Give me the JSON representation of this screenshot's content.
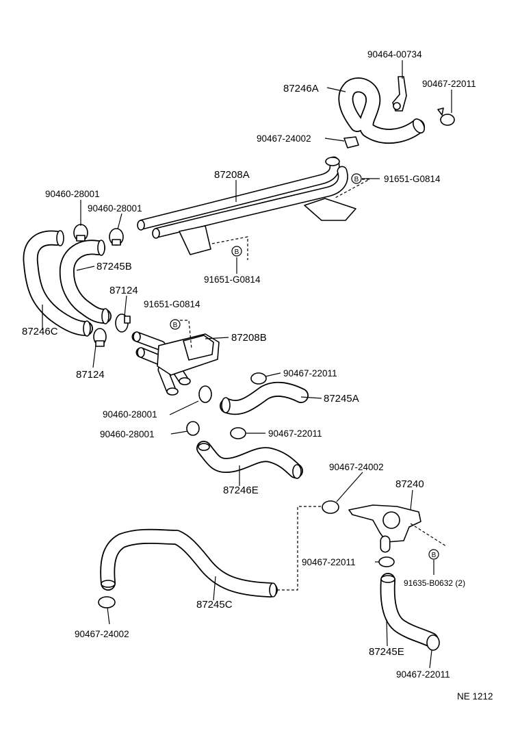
{
  "diagram": {
    "ref_code": "NE 1212",
    "bolt_symbol": "B",
    "parts": {
      "p_90464_00734": "90464-00734",
      "p_87246A": "87246A",
      "p_90467_22011_top": "90467-22011",
      "p_90467_24002_top": "90467-24002",
      "p_87208A": "87208A",
      "p_91651_G0814_right": "91651-G0814",
      "p_90460_28001_a": "90460-28001",
      "p_90460_28001_b": "90460-28001",
      "p_87245B": "87245B",
      "p_91651_G0814_mid": "91651-G0814",
      "p_87124_top": "87124",
      "p_91651_G0814_low": "91651-G0814",
      "p_87246C": "87246C",
      "p_87208B": "87208B",
      "p_87124_bottom": "87124",
      "p_90467_22011_mid": "90467-22011",
      "p_87245A": "87245A",
      "p_90460_28001_c": "90460-28001",
      "p_90460_28001_d": "90460-28001",
      "p_90467_22011_low": "90467-22011",
      "p_87246E": "87246E",
      "p_90467_24002_mid": "90467-24002",
      "p_87240": "87240",
      "p_90467_22011_valve": "90467-22011",
      "p_91635_B0632": "91635-B0632 (2)",
      "p_87245C": "87245C",
      "p_90467_24002_bottom": "90467-24002",
      "p_87245E": "87245E",
      "p_90467_22011_bottom": "90467-22011"
    }
  }
}
